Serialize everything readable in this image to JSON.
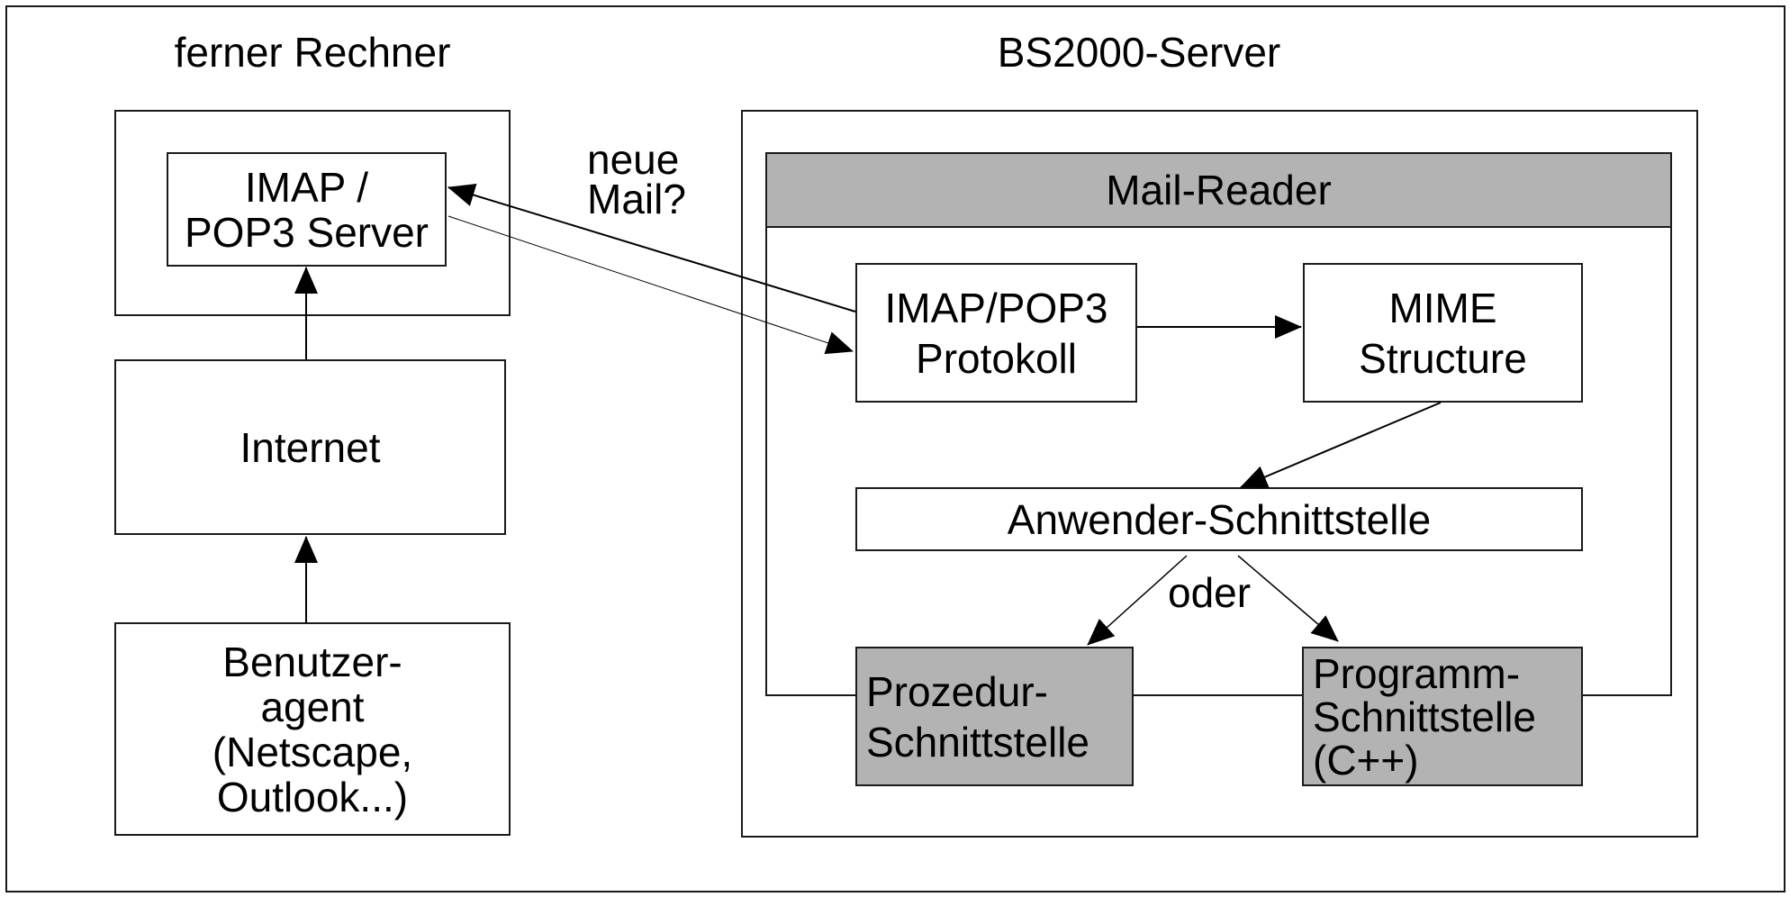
{
  "diagram": {
    "left_section_title": "ferner Rechner",
    "right_section_title": "BS2000-Server",
    "remote": {
      "server_box": [
        "IMAP /",
        "POP3 Server"
      ],
      "internet": "Internet",
      "user_agent": [
        "Benutzer-",
        "agent",
        "(Netscape,",
        "Outlook...)"
      ]
    },
    "query_label": [
      "neue",
      "Mail?"
    ],
    "bs2000": {
      "mail_reader": "Mail-Reader",
      "protocol_box": [
        "IMAP/POP3",
        "Protokoll"
      ],
      "mime_box": [
        "MIME",
        "Structure"
      ],
      "user_interface": "Anwender-Schnittstelle",
      "or_label": "oder",
      "procedure_interface": [
        "Prozedur-",
        "Schnittstelle"
      ],
      "program_interface": [
        "Programm-",
        "Schnittstelle",
        "(C++)"
      ]
    },
    "colors": {
      "stroke": "#1a1a1a",
      "highlight_fill": "#b3b3b3",
      "background": "#ffffff"
    }
  }
}
